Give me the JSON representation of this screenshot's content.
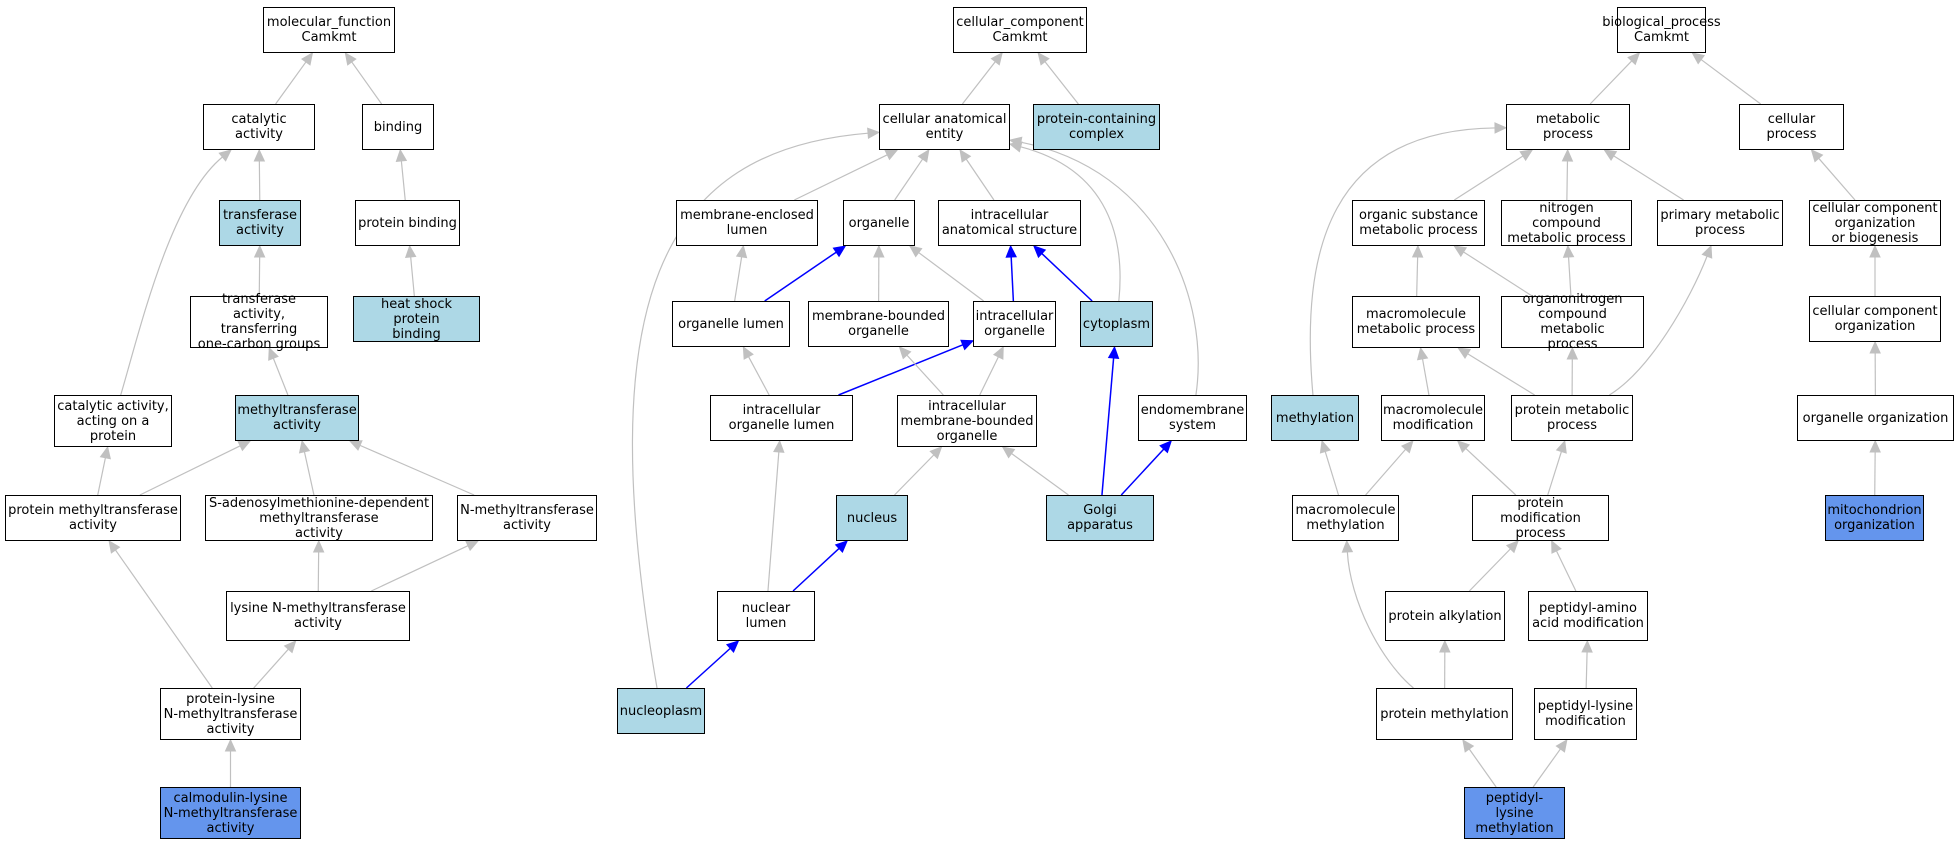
{
  "colors": {
    "light": "#add8e6",
    "strong": "#6495ed",
    "edge_default": "#c0c0c0",
    "edge_highlight": "#0000ff",
    "border": "#000000"
  },
  "nodes": [
    {
      "id": "mf_root",
      "label": "molecular_function\nCamkmt"
    },
    {
      "id": "catalytic",
      "label": "catalytic activity"
    },
    {
      "id": "binding",
      "label": "binding"
    },
    {
      "id": "transferase",
      "label": "transferase\nactivity",
      "fill": "light"
    },
    {
      "id": "protein_binding",
      "label": "protein binding"
    },
    {
      "id": "transferase_1c",
      "label": "transferase\nactivity, transferring\none-carbon groups"
    },
    {
      "id": "heat_shock",
      "label": "heat shock protein\nbinding",
      "fill": "light"
    },
    {
      "id": "cat_protein",
      "label": "catalytic activity,\nacting on a\nprotein"
    },
    {
      "id": "methyltransferase",
      "label": "methyltransferase\nactivity",
      "fill": "light"
    },
    {
      "id": "prot_mt",
      "label": "protein methyltransferase\nactivity"
    },
    {
      "id": "sam_mt",
      "label": "S-adenosylmethionine-dependent\nmethyltransferase\nactivity"
    },
    {
      "id": "n_mt",
      "label": "N-methyltransferase\nactivity"
    },
    {
      "id": "lys_n_mt",
      "label": "lysine N-methyltransferase\nactivity"
    },
    {
      "id": "prot_lys_n_mt",
      "label": "protein-lysine\nN-methyltransferase\nactivity"
    },
    {
      "id": "calmod",
      "label": "calmodulin-lysine\nN-methyltransferase\nactivity",
      "fill": "strong"
    },
    {
      "id": "cc_root",
      "label": "cellular_component\nCamkmt"
    },
    {
      "id": "cell_anat",
      "label": "cellular anatomical\nentity"
    },
    {
      "id": "prot_complex",
      "label": "protein-containing\ncomplex",
      "fill": "light"
    },
    {
      "id": "mem_lumen",
      "label": "membrane-enclosed\nlumen"
    },
    {
      "id": "organelle",
      "label": "organelle"
    },
    {
      "id": "ic_anat",
      "label": "intracellular\nanatomical structure"
    },
    {
      "id": "org_lumen",
      "label": "organelle lumen"
    },
    {
      "id": "mem_bound",
      "label": "membrane-bounded\norganelle"
    },
    {
      "id": "ic_org",
      "label": "intracellular\norganelle"
    },
    {
      "id": "cytoplasm",
      "label": "cytoplasm",
      "fill": "light"
    },
    {
      "id": "ic_org_lumen",
      "label": "intracellular\norganelle lumen"
    },
    {
      "id": "ic_mem_bound",
      "label": "intracellular\nmembrane-bounded\norganelle"
    },
    {
      "id": "endomem",
      "label": "endomembrane\nsystem"
    },
    {
      "id": "nucleus",
      "label": "nucleus",
      "fill": "light"
    },
    {
      "id": "golgi",
      "label": "Golgi apparatus",
      "fill": "light"
    },
    {
      "id": "nuc_lumen",
      "label": "nuclear lumen"
    },
    {
      "id": "nucleoplasm",
      "label": "nucleoplasm",
      "fill": "light"
    },
    {
      "id": "bp_root",
      "label": "biological_process\nCamkmt"
    },
    {
      "id": "metabolic",
      "label": "metabolic process"
    },
    {
      "id": "cell_proc",
      "label": "cellular process"
    },
    {
      "id": "org_sub",
      "label": "organic substance\nmetabolic process"
    },
    {
      "id": "nitro",
      "label": "nitrogen compound\nmetabolic process"
    },
    {
      "id": "primary",
      "label": "primary metabolic\nprocess"
    },
    {
      "id": "ccob",
      "label": "cellular component\norganization\nor biogenesis"
    },
    {
      "id": "macro_met",
      "label": "macromolecule\nmetabolic process"
    },
    {
      "id": "organonitro",
      "label": "organonitrogen\ncompound metabolic\nprocess"
    },
    {
      "id": "cc_org",
      "label": "cellular component\norganization"
    },
    {
      "id": "methylation",
      "label": "methylation",
      "fill": "light"
    },
    {
      "id": "macro_mod",
      "label": "macromolecule\nmodification"
    },
    {
      "id": "prot_met",
      "label": "protein metabolic\nprocess"
    },
    {
      "id": "org_org",
      "label": "organelle organization"
    },
    {
      "id": "macro_meth",
      "label": "macromolecule\nmethylation"
    },
    {
      "id": "prot_mod",
      "label": "protein modification\nprocess"
    },
    {
      "id": "mito_org",
      "label": "mitochondrion\norganization",
      "fill": "strong"
    },
    {
      "id": "prot_alk",
      "label": "protein alkylation"
    },
    {
      "id": "pep_amino",
      "label": "peptidyl-amino\nacid modification"
    },
    {
      "id": "prot_meth",
      "label": "protein methylation"
    },
    {
      "id": "pep_lys_mod",
      "label": "peptidyl-lysine\nmodification"
    },
    {
      "id": "pep_lys_meth",
      "label": "peptidyl-lysine\nmethylation",
      "fill": "strong"
    }
  ],
  "edges": [
    {
      "from": "catalytic",
      "to": "mf_root"
    },
    {
      "from": "binding",
      "to": "mf_root"
    },
    {
      "from": "transferase",
      "to": "catalytic"
    },
    {
      "from": "protein_binding",
      "to": "binding"
    },
    {
      "from": "transferase_1c",
      "to": "transferase"
    },
    {
      "from": "heat_shock",
      "to": "protein_binding"
    },
    {
      "from": "cat_protein",
      "to": "catalytic"
    },
    {
      "from": "methyltransferase",
      "to": "transferase_1c"
    },
    {
      "from": "prot_mt",
      "to": "methyltransferase"
    },
    {
      "from": "prot_mt",
      "to": "cat_protein"
    },
    {
      "from": "sam_mt",
      "to": "methyltransferase"
    },
    {
      "from": "n_mt",
      "to": "methyltransferase"
    },
    {
      "from": "lys_n_mt",
      "to": "sam_mt"
    },
    {
      "from": "lys_n_mt",
      "to": "n_mt"
    },
    {
      "from": "prot_lys_n_mt",
      "to": "lys_n_mt"
    },
    {
      "from": "prot_lys_n_mt",
      "to": "prot_mt"
    },
    {
      "from": "calmod",
      "to": "prot_lys_n_mt"
    },
    {
      "from": "cell_anat",
      "to": "cc_root"
    },
    {
      "from": "prot_complex",
      "to": "cc_root"
    },
    {
      "from": "mem_lumen",
      "to": "cell_anat"
    },
    {
      "from": "organelle",
      "to": "cell_anat"
    },
    {
      "from": "ic_anat",
      "to": "cell_anat"
    },
    {
      "from": "org_lumen",
      "to": "mem_lumen"
    },
    {
      "from": "org_lumen",
      "to": "organelle",
      "hl": true
    },
    {
      "from": "mem_bound",
      "to": "organelle"
    },
    {
      "from": "ic_org",
      "to": "organelle"
    },
    {
      "from": "ic_org",
      "to": "ic_anat",
      "hl": true
    },
    {
      "from": "cytoplasm",
      "to": "ic_anat",
      "hl": true
    },
    {
      "from": "cytoplasm",
      "to": "cell_anat"
    },
    {
      "from": "ic_org_lumen",
      "to": "org_lumen"
    },
    {
      "from": "ic_org_lumen",
      "to": "ic_org",
      "hl": true
    },
    {
      "from": "ic_mem_bound",
      "to": "mem_bound"
    },
    {
      "from": "ic_mem_bound",
      "to": "ic_org"
    },
    {
      "from": "endomem",
      "to": "cell_anat"
    },
    {
      "from": "nucleus",
      "to": "ic_mem_bound"
    },
    {
      "from": "golgi",
      "to": "ic_mem_bound"
    },
    {
      "from": "golgi",
      "to": "cytoplasm",
      "hl": true
    },
    {
      "from": "golgi",
      "to": "endomem",
      "hl": true
    },
    {
      "from": "nuc_lumen",
      "to": "ic_org_lumen"
    },
    {
      "from": "nuc_lumen",
      "to": "nucleus",
      "hl": true
    },
    {
      "from": "nucleoplasm",
      "to": "nuc_lumen",
      "hl": true
    },
    {
      "from": "nucleoplasm",
      "to": "cell_anat"
    },
    {
      "from": "metabolic",
      "to": "bp_root"
    },
    {
      "from": "cell_proc",
      "to": "bp_root"
    },
    {
      "from": "org_sub",
      "to": "metabolic"
    },
    {
      "from": "nitro",
      "to": "metabolic"
    },
    {
      "from": "primary",
      "to": "metabolic"
    },
    {
      "from": "ccob",
      "to": "cell_proc"
    },
    {
      "from": "macro_met",
      "to": "org_sub"
    },
    {
      "from": "organonitro",
      "to": "org_sub"
    },
    {
      "from": "organonitro",
      "to": "nitro"
    },
    {
      "from": "cc_org",
      "to": "ccob"
    },
    {
      "from": "methylation",
      "to": "metabolic"
    },
    {
      "from": "macro_mod",
      "to": "macro_met"
    },
    {
      "from": "prot_met",
      "to": "macro_met"
    },
    {
      "from": "prot_met",
      "to": "organonitro"
    },
    {
      "from": "prot_met",
      "to": "primary"
    },
    {
      "from": "org_org",
      "to": "cc_org"
    },
    {
      "from": "macro_meth",
      "to": "methylation"
    },
    {
      "from": "macro_meth",
      "to": "macro_mod"
    },
    {
      "from": "prot_mod",
      "to": "macro_mod"
    },
    {
      "from": "prot_mod",
      "to": "prot_met"
    },
    {
      "from": "mito_org",
      "to": "org_org"
    },
    {
      "from": "prot_alk",
      "to": "prot_mod"
    },
    {
      "from": "pep_amino",
      "to": "prot_mod"
    },
    {
      "from": "prot_meth",
      "to": "prot_alk"
    },
    {
      "from": "prot_meth",
      "to": "macro_meth"
    },
    {
      "from": "pep_lys_mod",
      "to": "pep_amino"
    },
    {
      "from": "pep_lys_meth",
      "to": "prot_meth"
    },
    {
      "from": "pep_lys_meth",
      "to": "pep_lys_mod"
    }
  ]
}
